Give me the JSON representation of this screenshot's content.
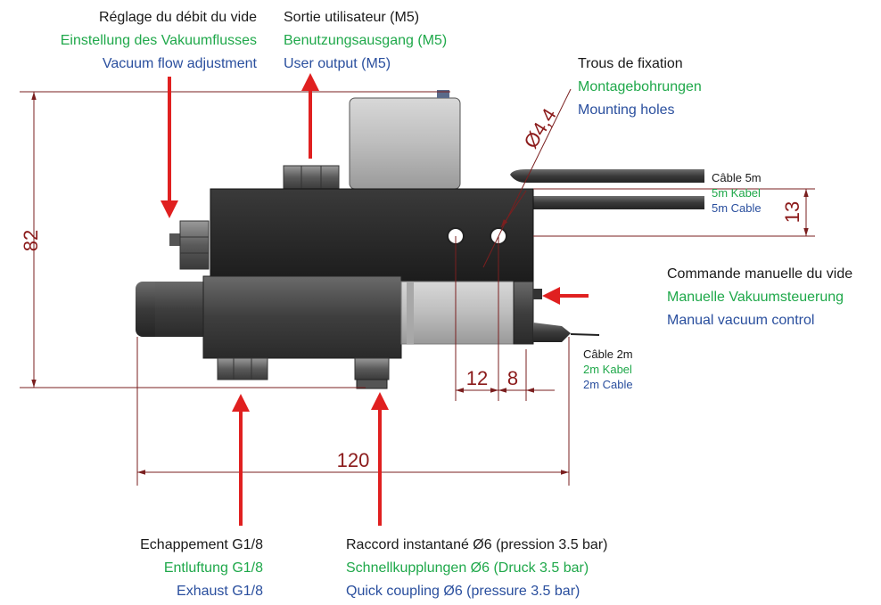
{
  "labels": {
    "vacuum_flow": {
      "fr": "Réglage du débit du vide",
      "de": "Einstellung des Vakuumflusses",
      "en": "Vacuum flow adjustment"
    },
    "user_output": {
      "fr": "Sortie utilisateur (M5)",
      "de": "Benutzungsausgang (M5)",
      "en": "User output (M5)"
    },
    "mounting_holes": {
      "fr": "Trous de fixation",
      "de": "Montagebohrungen",
      "en": "Mounting holes"
    },
    "cable_5m": {
      "fr": "Câble 5m",
      "de": "5m Kabel",
      "en": "5m Cable"
    },
    "manual_control": {
      "fr": "Commande manuelle du vide",
      "de": "Manuelle Vakuumsteuerung",
      "en": "Manual vacuum control"
    },
    "cable_2m": {
      "fr": "Câble 2m",
      "de": "2m Kabel",
      "en": "2m Cable"
    },
    "exhaust": {
      "fr": "Echappement G1/8",
      "de": "Entluftung G1/8",
      "en": "Exhaust G1/8"
    },
    "quick_coupling": {
      "fr": "Raccord instantané Ø6 (pression 3.5 bar)",
      "de": "Schnellkupplungen Ø6 (Druck 3.5 bar)",
      "en": "Quick coupling Ø6 (pressure 3.5 bar)"
    }
  },
  "dimensions": {
    "height": "82",
    "hole_diameter": "Ø4,4",
    "cable_offset": "13",
    "hole_spacing": "12",
    "hole_edge": "8",
    "length": "120"
  }
}
